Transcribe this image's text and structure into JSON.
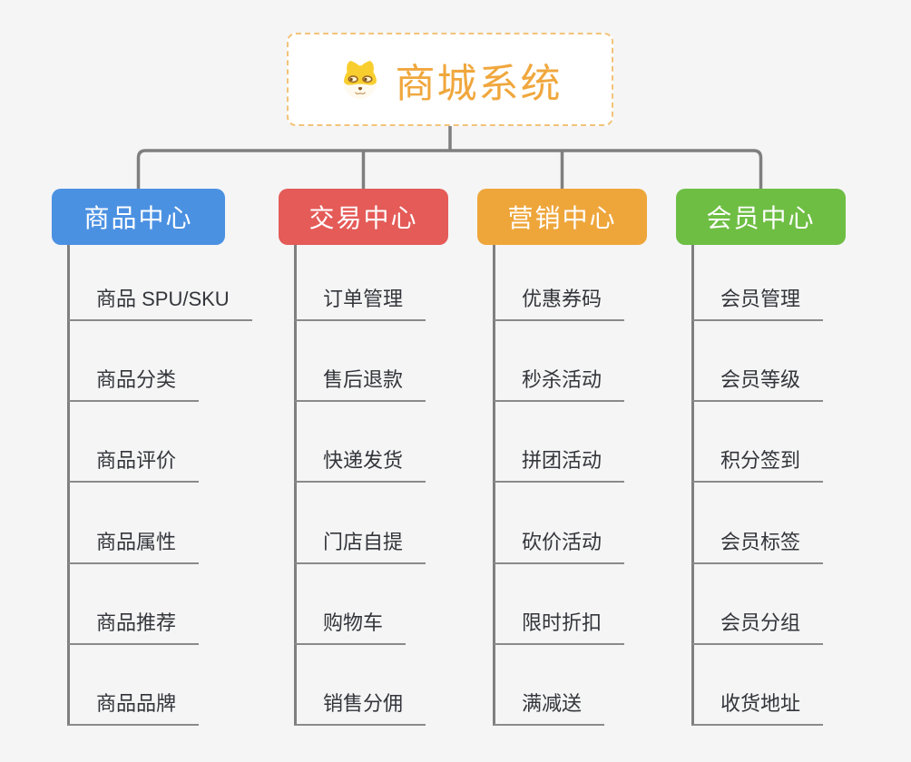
{
  "root": {
    "title": "商城系统",
    "icon": "shiba-dog-icon",
    "title_color": "#f0a73d",
    "border_color": "#f2c379"
  },
  "branches": [
    {
      "label": "商品中心",
      "color": "#4b91e2",
      "children": [
        "商品 SPU/SKU",
        "商品分类",
        "商品评价",
        "商品属性",
        "商品推荐",
        "商品品牌"
      ]
    },
    {
      "label": "交易中心",
      "color": "#e45b58",
      "children": [
        "订单管理",
        "售后退款",
        "快递发货",
        "门店自提",
        "购物车",
        "销售分佣"
      ]
    },
    {
      "label": "营销中心",
      "color": "#eea63b",
      "children": [
        "优惠券码",
        "秒杀活动",
        "拼团活动",
        "砍价活动",
        "限时折扣",
        "满减送"
      ]
    },
    {
      "label": "会员中心",
      "color": "#6ebe44",
      "children": [
        "会员管理",
        "会员等级",
        "积分签到",
        "会员标签",
        "会员分组",
        "收货地址"
      ]
    }
  ],
  "connector_color": "#7f7f7f",
  "underline_color": "#8a8a8a",
  "leaf_text_color": "#33353a",
  "background_color": "#f5f5f6"
}
